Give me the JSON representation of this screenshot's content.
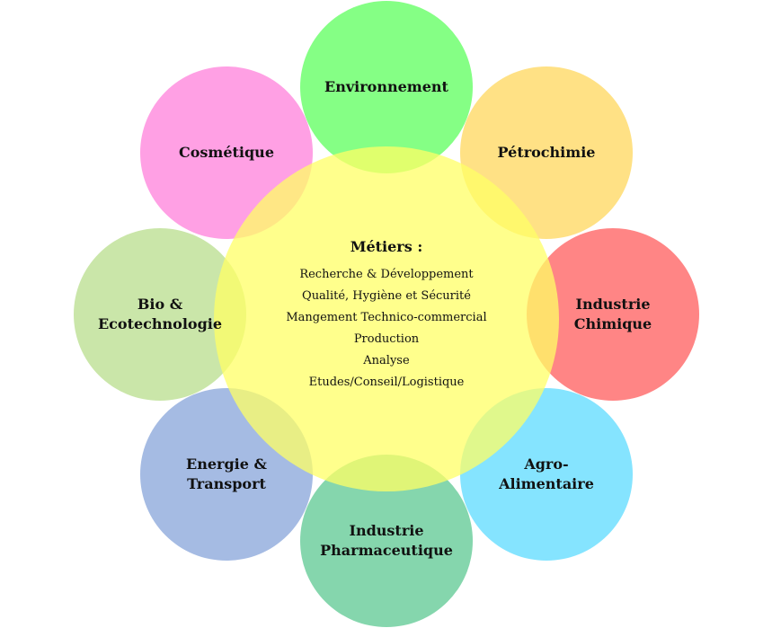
{
  "center": {
    "title": "Métiers :",
    "items": [
      "Recherche & Développement",
      "Qualité, Hygiène et Sécurité",
      "Mangement Technico-commercial",
      "Production",
      "Analyse",
      "Etudes/Conseil/Logistique"
    ],
    "color": "#ffff66"
  },
  "satellites": [
    {
      "id": "environnement",
      "lines": [
        "Environnement"
      ],
      "color": "#66ff66"
    },
    {
      "id": "petrochimie",
      "lines": [
        "Pétrochimie"
      ],
      "color": "#ffd966"
    },
    {
      "id": "industrie-chimique",
      "lines": [
        "Industrie",
        "Chimique"
      ],
      "color": "#ff6666"
    },
    {
      "id": "agro-alimentaire",
      "lines": [
        "Agro-",
        "Alimentaire"
      ],
      "color": "#66ddff"
    },
    {
      "id": "industrie-pharmaceutique",
      "lines": [
        "Industrie",
        "Pharmaceutique"
      ],
      "color": "#66cc99"
    },
    {
      "id": "energie-transport",
      "lines": [
        "Energie &",
        "Transport"
      ],
      "color": "#8faadc"
    },
    {
      "id": "bio-ecotechnologie",
      "lines": [
        "Bio &",
        "Ecotechnologie"
      ],
      "color": "#bde094"
    },
    {
      "id": "cosmetique",
      "lines": [
        "Cosmétique"
      ],
      "color": "#ff88dd"
    }
  ]
}
